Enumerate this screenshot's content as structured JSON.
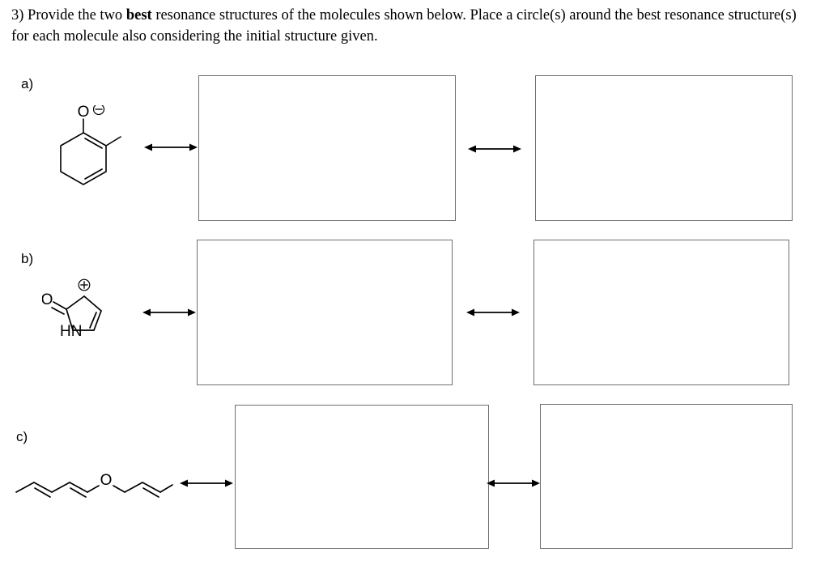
{
  "prompt": {
    "line1_pre": "3) Provide the two ",
    "line1_bold": "best",
    "line1_post": " resonance structures of the molecules shown below. Place a circle(s) around the best",
    "line2": "resonance structure(s) for each molecule also considering the initial structure given."
  },
  "parts": [
    {
      "label": "a)",
      "molecule_name": "2-methylphenoxide",
      "atom_labels": [
        "O"
      ],
      "charge_label": "⊖",
      "charge_type": "negative",
      "arrow1": "resonance-double-arrow",
      "box1_text": "",
      "arrow2": "resonance-double-arrow",
      "box2_text": ""
    },
    {
      "label": "b)",
      "molecule_name": "protonated-pyrrolinone-cation",
      "atom_labels": [
        "O",
        "HN"
      ],
      "charge_label": "⊕",
      "charge_type": "positive",
      "arrow1": "resonance-double-arrow",
      "box1_text": "",
      "arrow2": "resonance-double-arrow",
      "box2_text": ""
    },
    {
      "label": "c)",
      "molecule_name": "divinyl-ether-diene",
      "atom_labels": [
        "O"
      ],
      "charge_label": "",
      "charge_type": "none",
      "arrow1": "resonance-double-arrow",
      "box1_text": "",
      "arrow2": "resonance-double-arrow",
      "box2_text": ""
    }
  ],
  "colors": {
    "ink": "#000000",
    "box_border": "#6f6f6f",
    "page_background": "#ffffff"
  }
}
